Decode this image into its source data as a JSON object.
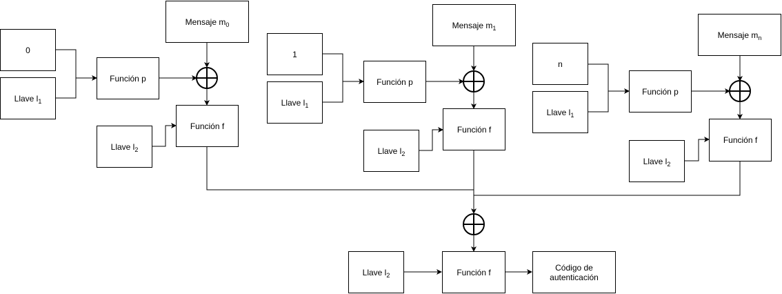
{
  "blocks": {
    "in0": {
      "text": "0"
    },
    "in1": {
      "text": "1"
    },
    "inn": {
      "text": "n"
    },
    "llave_l1": {
      "base": "Llave l",
      "sub": "1"
    },
    "llave_l2": {
      "base": "Llave l",
      "sub": "2"
    },
    "msg0": {
      "base": "Mensaje m",
      "sub": "0"
    },
    "msg1": {
      "base": "Mensaje m",
      "sub": "1"
    },
    "msgn": {
      "base": "Mensaje m",
      "sub": "n"
    },
    "funcion_p": {
      "text": "Función p"
    },
    "funcion_f": {
      "text": "Función f"
    },
    "codigo": {
      "line1": "Código de",
      "line2": "autenticación"
    }
  },
  "colors": {
    "stroke": "#000000",
    "fill": "#ffffff"
  }
}
